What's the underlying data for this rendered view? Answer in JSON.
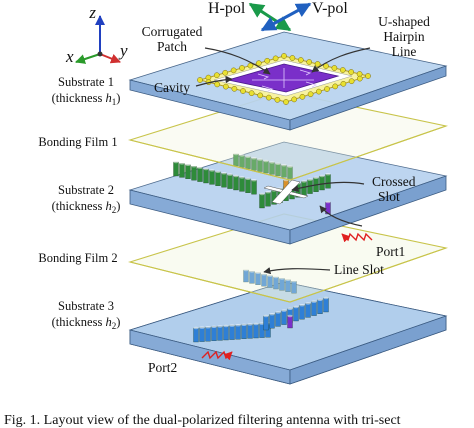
{
  "axes": {
    "z": "z",
    "x": "x",
    "y": "y"
  },
  "polarization": {
    "h": "H-pol",
    "v": "V-pol"
  },
  "left_labels": {
    "substrate1": {
      "name": "Substrate 1",
      "thickness_prefix": "(thickness ",
      "thickness_symbol": "h",
      "thickness_sub": "1",
      "thickness_suffix": ")"
    },
    "bonding1": "Bonding Film 1",
    "substrate2": {
      "name": "Substrate 2",
      "thickness_prefix": "(thickness ",
      "thickness_symbol": "h",
      "thickness_sub": "2",
      "thickness_suffix": ")"
    },
    "bonding2": "Bonding Film 2",
    "substrate3": {
      "name": "Substrate 3",
      "thickness_prefix": "(thickness ",
      "thickness_symbol": "h",
      "thickness_sub": "2",
      "thickness_suffix": ")"
    }
  },
  "callouts": {
    "corrugated_line1": "Corrugated",
    "corrugated_line2": "Patch",
    "hairpin_line1": "U-shaped",
    "hairpin_line2": "Hairpin",
    "hairpin_line3": "Line",
    "cavity": "Cavity",
    "crossed_line1": "Crossed",
    "crossed_line2": "Slot",
    "line_slot": "Line Slot",
    "port1": "Port1",
    "port2": "Port2"
  },
  "caption": "Fig. 1.  Layout view of the dual-polarized filtering antenna with tri-sect",
  "colors": {
    "substrate_fill": "#aac8ea",
    "substrate_edge": "#3a5a80",
    "bonding_edge": "#c8c44a",
    "patch_purple": "#7a2fc9",
    "via_green": "#2e8b3a",
    "via_blue": "#2e7fd6",
    "via_yellow": "#e8e030",
    "port_red": "#e02020",
    "hpol_green": "#1a9a4a",
    "vpol_blue": "#2060c0",
    "axis_red": "#d03030",
    "axis_green": "#2a9a2a",
    "axis_blue": "#2040c0"
  }
}
